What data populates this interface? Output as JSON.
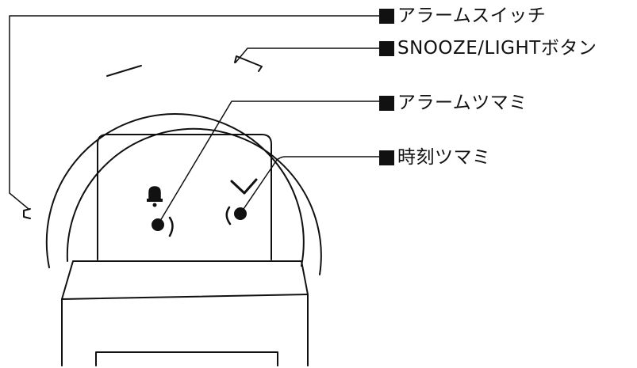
{
  "callouts": {
    "alarm_switch": "アラームスイッチ",
    "snooze_light_button": "SNOOZE/LIGHTボタン",
    "alarm_knob": "アラームツマミ",
    "time_knob": "時刻ツマミ"
  },
  "colors": {
    "ink": "#111111",
    "background": "#ffffff"
  },
  "icons": {
    "alarm_knob": "bell-icon",
    "time_knob": "clock-hands-icon"
  }
}
